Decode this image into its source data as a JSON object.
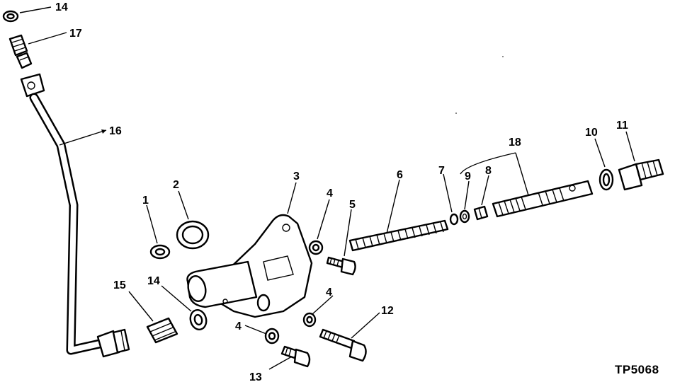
{
  "labels": {
    "l1": "1",
    "l2": "2",
    "l3": "3",
    "l4a": "4",
    "l4b": "4",
    "l4c": "4",
    "l5": "5",
    "l6": "6",
    "l7": "7",
    "l8": "8",
    "l9": "9",
    "l10": "10",
    "l11": "11",
    "l12": "12",
    "l13": "13",
    "l14a": "14",
    "l14b": "14",
    "l15": "15",
    "l16": "16",
    "l17": "17",
    "l18": "18"
  },
  "figure_code": "TP5068"
}
